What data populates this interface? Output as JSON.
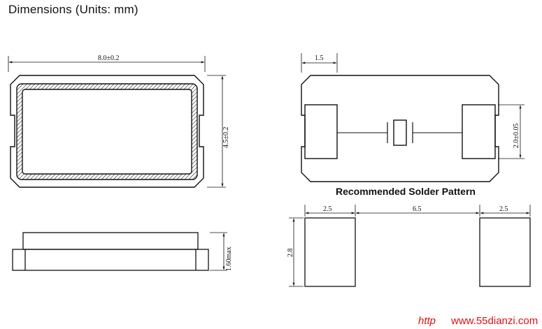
{
  "title": "Dimensions (Units: mm)",
  "solder_title": "Recommended Solder Pattern",
  "top_view": {
    "length_label": "8.0±0.2",
    "width_label": "4.5±0.2"
  },
  "side_view": {
    "height_label": "1.60max"
  },
  "land_pattern": {
    "pad_width_label": "1.5",
    "pad_height_label": "2.0±0.05"
  },
  "solder_pattern": {
    "pad_left_label": "2.5",
    "gap_label": "6.5",
    "pad_right_label": "2.5",
    "height_label": "2.8"
  },
  "watermark": {
    "prefix": "http",
    "url": "www.55dianzi.com"
  }
}
